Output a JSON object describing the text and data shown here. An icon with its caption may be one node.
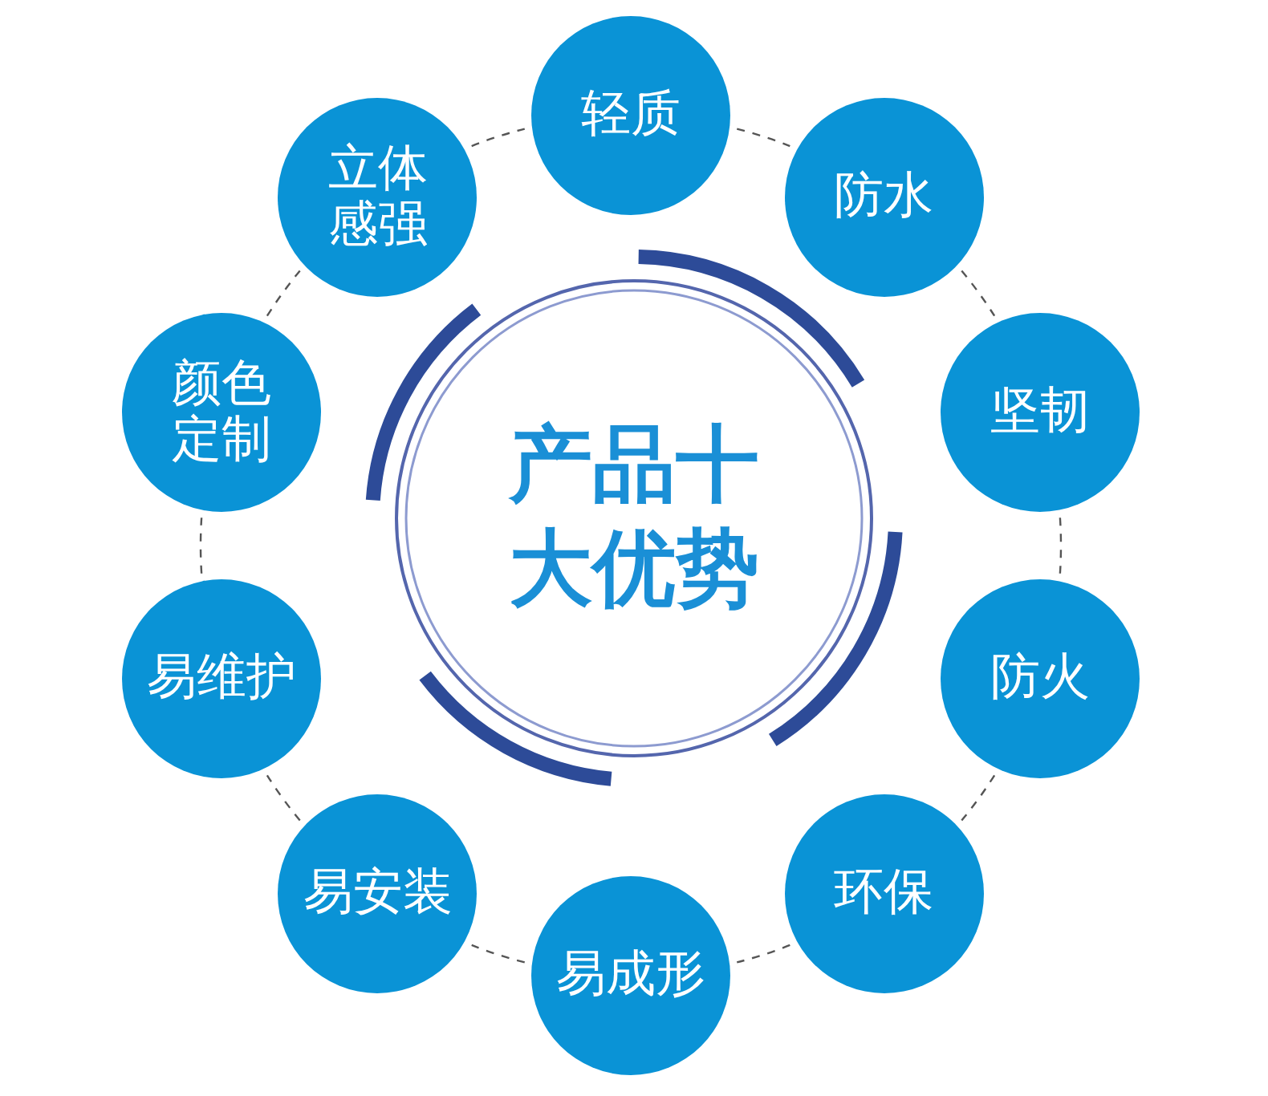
{
  "diagram": {
    "nodes": [
      {
        "text": [
          "产品十大优势"
        ]
      },
      {
        "text": [
          "轻质"
        ]
      },
      {
        "text": [
          "防水"
        ]
      },
      {
        "text": [
          "坚韧"
        ]
      },
      {
        "text": [
          "防火"
        ]
      },
      {
        "text": [
          "环保"
        ]
      },
      {
        "text": [
          "易成形"
        ]
      },
      {
        "text": [
          "易安装"
        ]
      },
      {
        "text": [
          "易维护"
        ]
      },
      {
        "text": [
          "颜色定制"
        ]
      },
      {
        "text": [
          "立体感强"
        ]
      }
    ],
    "edges": [
      {
        "from": 1,
        "to": 2,
        "arrow": "none",
        "style": "dashed"
      },
      {
        "from": 2,
        "to": 3,
        "arrow": "none",
        "style": "dashed"
      },
      {
        "from": 3,
        "to": 4,
        "arrow": "none",
        "style": "dashed"
      },
      {
        "from": 4,
        "to": 5,
        "arrow": "none",
        "style": "dashed"
      },
      {
        "from": 5,
        "to": 6,
        "arrow": "none",
        "style": "dashed"
      },
      {
        "from": 6,
        "to": 7,
        "arrow": "none",
        "style": "dashed"
      },
      {
        "from": 7,
        "to": 8,
        "arrow": "none",
        "style": "dashed"
      },
      {
        "from": 8,
        "to": 9,
        "arrow": "none",
        "style": "dashed"
      },
      {
        "from": 9,
        "to": 10,
        "arrow": "none",
        "style": "dashed"
      },
      {
        "from": 10,
        "to": 1,
        "arrow": "none",
        "style": "dashed"
      }
    ]
  }
}
